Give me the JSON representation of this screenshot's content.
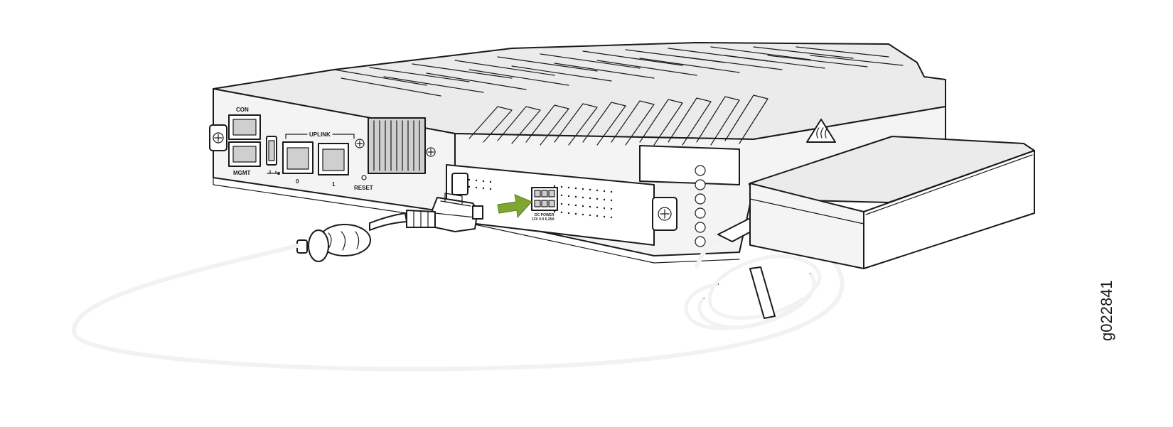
{
  "labels": {
    "con": "CON",
    "mgmt": "MGMT",
    "uplink": "UPLINK",
    "uplink_port_0": "0",
    "uplink_port_1": "1",
    "reset": "RESET",
    "dc_power_line1": "DC POWER",
    "dc_power_line2": "12V 0.0 6.25A"
  },
  "figure_id": "g022841",
  "colors": {
    "arrow": "#7fa630",
    "outline": "#1a1a1a",
    "body": "#ebebeb"
  },
  "icons": {
    "usb": "usb-icon",
    "ground": "ground-screw-icon",
    "hot_surface": "hot-surface-warning-icon"
  }
}
